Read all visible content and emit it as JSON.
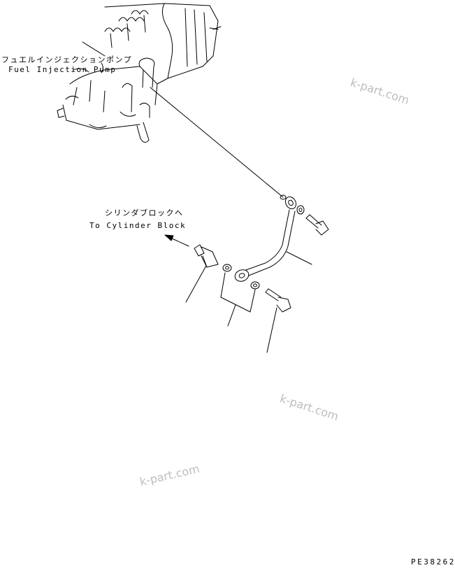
{
  "labels": {
    "pump_jp": "フュエルインジェクションポンプ",
    "pump_en": "Fuel Injection Pump",
    "cyl_jp": "シリンダブロックへ",
    "cyl_en": "To Cylinder Block",
    "figure_code": "PE38262"
  },
  "watermarks": [
    "k-part.com",
    "k-part.com",
    "k-part.com"
  ],
  "colors": {
    "line": "#000000",
    "watermark": "#bdbdbd",
    "background": "#ffffff"
  }
}
